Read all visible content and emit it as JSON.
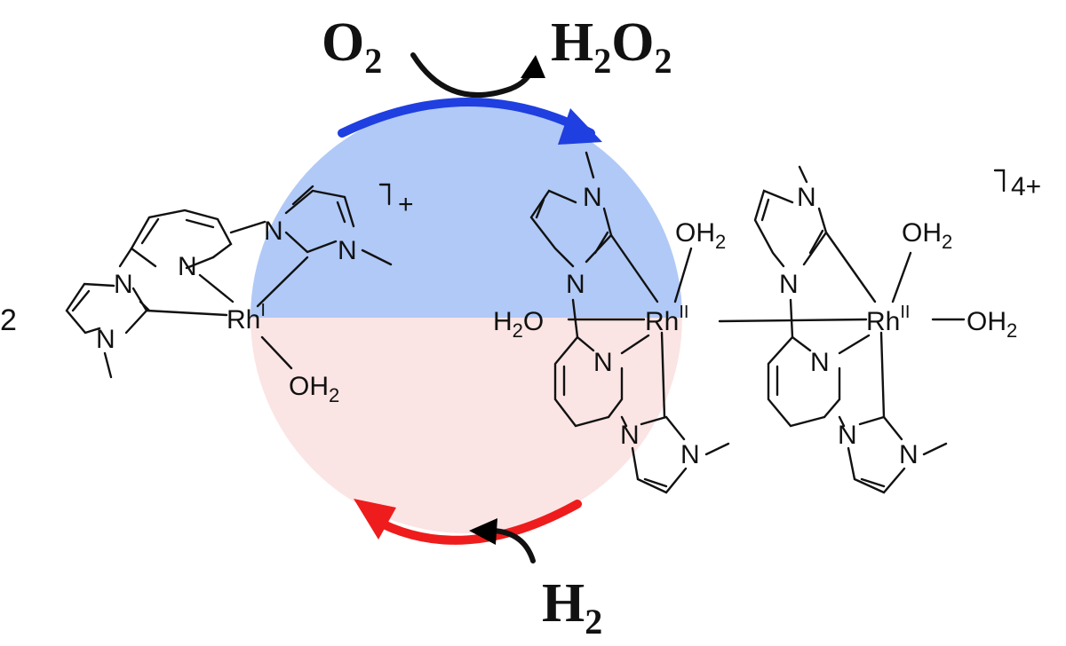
{
  "reagents": {
    "o2": {
      "main": "O",
      "sub": "2"
    },
    "h2o2": {
      "h": "H",
      "sub1": "2",
      "o": "O",
      "sub2": "2"
    },
    "h2": {
      "main": "H",
      "sub": "2"
    }
  },
  "monomer": {
    "coefficient": "2",
    "metal": "Rh",
    "oxidation": "I",
    "charge": "+",
    "aqua": {
      "o": "OH",
      "sub": "2"
    }
  },
  "dimer": {
    "metal": "Rh",
    "oxidation": "II",
    "charge": "4+",
    "aqua_left": {
      "h": "H",
      "sub": "2",
      "o": "O"
    },
    "aqua_right": {
      "o": "OH",
      "sub": "2"
    },
    "aqua_top": {
      "o": "OH",
      "sub": "2"
    }
  },
  "atom_n": "N",
  "colors": {
    "oxidation_half": "#b0c9f7",
    "reduction_half": "#fbe4e4",
    "oxidation_arrow": "#1f3fe0",
    "reduction_arrow": "#ee1c1c",
    "reagent_arrow": "#000000"
  }
}
